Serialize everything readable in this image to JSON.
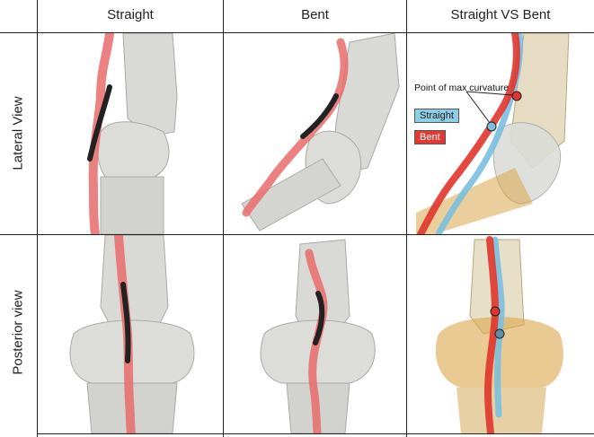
{
  "columns": [
    "Straight",
    "Bent",
    "Straight VS Bent"
  ],
  "rows": [
    "Lateral View",
    "Posterior view"
  ],
  "annotation": "Point of max curvature",
  "legend": {
    "straight": "Straight",
    "bent": "Bent"
  },
  "colors": {
    "bone": "#d9d9d6",
    "bone_shade": "#a9a9a5",
    "bent_tendon": "#e0352c",
    "straight_tendon": "#79bfe0",
    "highlight_red": "#e86b6b",
    "overlay_yellow": "#d8a74a",
    "legend_straight_bg": "#8ecde6",
    "legend_bent_bg": "#e23a33"
  }
}
